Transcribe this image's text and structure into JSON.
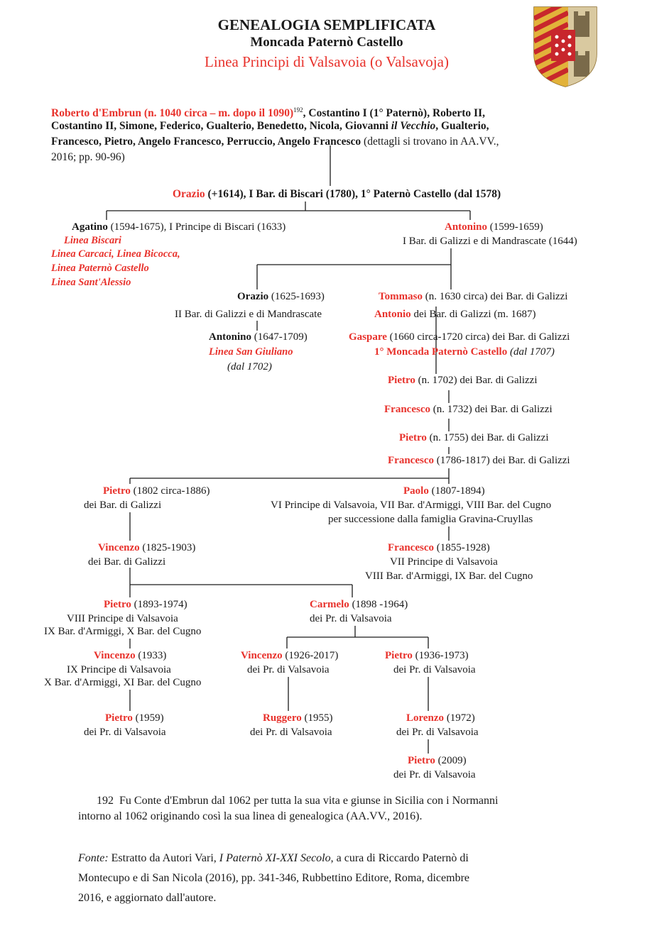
{
  "header": {
    "title": "GENEALOGIA SEMPLIFICATA",
    "subtitle": "Moncada Paternò Castello",
    "line": "Linea Principi di Valsavoia (o Valsavoja)"
  },
  "colors": {
    "accent_red": "#e8322c",
    "text": "#1a1a1a",
    "coat_red": "#c8262c",
    "coat_gold": "#e2b23a"
  },
  "icons": {
    "coat_of_arms": "coat-of-arms-icon"
  },
  "root": {
    "name_red": "Roberto d'Embrun (n. 1040 circa – m. dopo il 1090)",
    "footnote_ref": "192",
    "line1_rest": ", Costantino I (1° Paternò), Roberto II,",
    "line2_a": "Costantino II, Simone, Federico, Gualterio, Benedetto, Nicola, Giovanni ",
    "line2_i": "il Vecchio",
    "line2_b": ", Gualterio,",
    "line3_bold": "Francesco, Pietro, Angelo Francesco, Perruccio, Angelo Francesco",
    "line3_rest": " (dettagli si trovano in AA.VV.,",
    "line4": "2016; pp. 90-96)"
  },
  "orazio1": {
    "name": "Orazio",
    "detail": " (+1614), I Bar. di Biscari (1780), 1° Paternò Castello (dal 1578)"
  },
  "agatino": {
    "name": "Agatino",
    "detail": " (1594-1675), I Principe di Biscari (1633)",
    "lines": [
      "Linea Biscari",
      "Linea Carcaci, Linea Bicocca,",
      "Linea Paternò Castello",
      "Linea Sant'Alessio"
    ]
  },
  "antonino1": {
    "name": "Antonino",
    "detail": " (1599-1659)",
    "title": "I Bar. di Galizzi e di Mandrascate (1644)"
  },
  "orazio2": {
    "name": "Orazio",
    "detail": " (1625-1693)",
    "title": "II Bar. di Galizzi e di Mandrascate"
  },
  "antonino2": {
    "name": "Antonino",
    "detail": " (1647-1709)",
    "line": "Linea San Giuliano",
    "since": "(dal 1702)"
  },
  "tommaso": {
    "name": "Tommaso",
    "detail": " (n. 1630 circa) dei Bar. di Galizzi"
  },
  "antonio": {
    "name": "Antonio",
    "detail": " dei Bar. di Galizzi (m. 1687)"
  },
  "gaspare": {
    "name": "Gaspare",
    "detail": " (1660 circa-1720 circa) dei Bar. di Galizzi",
    "title": "1° Moncada Paternò Castello",
    "since": " (dal 1707)"
  },
  "pietro1702": {
    "name": "Pietro",
    "detail": " (n. 1702) dei Bar. di Galizzi"
  },
  "francesco1732": {
    "name": "Francesco",
    "detail": " (n. 1732) dei Bar. di Galizzi"
  },
  "pietro1755": {
    "name": "Pietro",
    "detail": " (n. 1755) dei Bar. di Galizzi"
  },
  "francesco1786": {
    "name": "Francesco",
    "detail": " (1786-1817) dei Bar. di Galizzi"
  },
  "pietro1802": {
    "name": "Pietro",
    "detail": " (1802 circa-1886)",
    "title": "dei Bar. di Galizzi"
  },
  "paolo": {
    "name": "Paolo",
    "detail": " (1807-1894)",
    "title1": "VI Principe di Valsavoia, VII Bar. d'Armiggi, VIII Bar. del Cugno",
    "title2": "per successione dalla famiglia Gravina-Cruyllas"
  },
  "vincenzo1825": {
    "name": "Vincenzo",
    "detail": " (1825-1903)",
    "title": "dei Bar. di Galizzi"
  },
  "francesco1855": {
    "name": "Francesco",
    "detail": " (1855-1928)",
    "title1": "VII Principe di Valsavoia",
    "title2": "VIII Bar. d'Armiggi, IX Bar. del Cugno"
  },
  "pietro1893": {
    "name": "Pietro",
    "detail": " (1893-1974)",
    "title1": "VIII Principe di Valsavoia",
    "title2": "IX Bar. d'Armiggi, X Bar. del Cugno"
  },
  "carmelo": {
    "name": "Carmelo",
    "detail": " (1898 -1964)",
    "title": "dei Pr. di Valsavoia"
  },
  "vincenzo1933": {
    "name": "Vincenzo",
    "detail": " (1933)",
    "title1": "IX Principe di Valsavoia",
    "title2": "X Bar. d'Armiggi, XI Bar. del Cugno"
  },
  "vincenzo1926": {
    "name": "Vincenzo",
    "detail": " (1926-2017)",
    "title": "dei Pr. di Valsavoia"
  },
  "pietro1936": {
    "name": "Pietro",
    "detail": " (1936-1973)",
    "title": "dei Pr. di Valsavoia"
  },
  "pietro1959": {
    "name": "Pietro",
    "detail": " (1959)",
    "title": "dei Pr. di Valsavoia"
  },
  "ruggero": {
    "name": "Ruggero",
    "detail": " (1955)",
    "title": "dei Pr. di Valsavoia"
  },
  "lorenzo": {
    "name": "Lorenzo",
    "detail": " (1972)",
    "title": "dei Pr. di Valsavoia"
  },
  "pietro2009": {
    "name": "Pietro",
    "detail": " (2009)",
    "title": "dei Pr. di Valsavoia"
  },
  "footnote": {
    "number": "192",
    "text1": "Fu Conte d'Embrun dal 1062 per tutta la sua vita e giunse in Sicilia con i Normanni",
    "text2": "intorno al 1062 originando così la sua linea di genealogica (AA.VV., 2016)."
  },
  "source": {
    "label": "Fonte:",
    "text_a": " Estratto da Autori Vari, ",
    "title": "I Paternò XI-XXI Secolo",
    "text_b": ", a cura di Riccardo Paternò di",
    "line2": "Montecupo e di San Nicola (2016), pp. 341-346, Rubbettino Editore, Roma, dicembre",
    "line3": "2016, e aggiornato dall'autore."
  }
}
